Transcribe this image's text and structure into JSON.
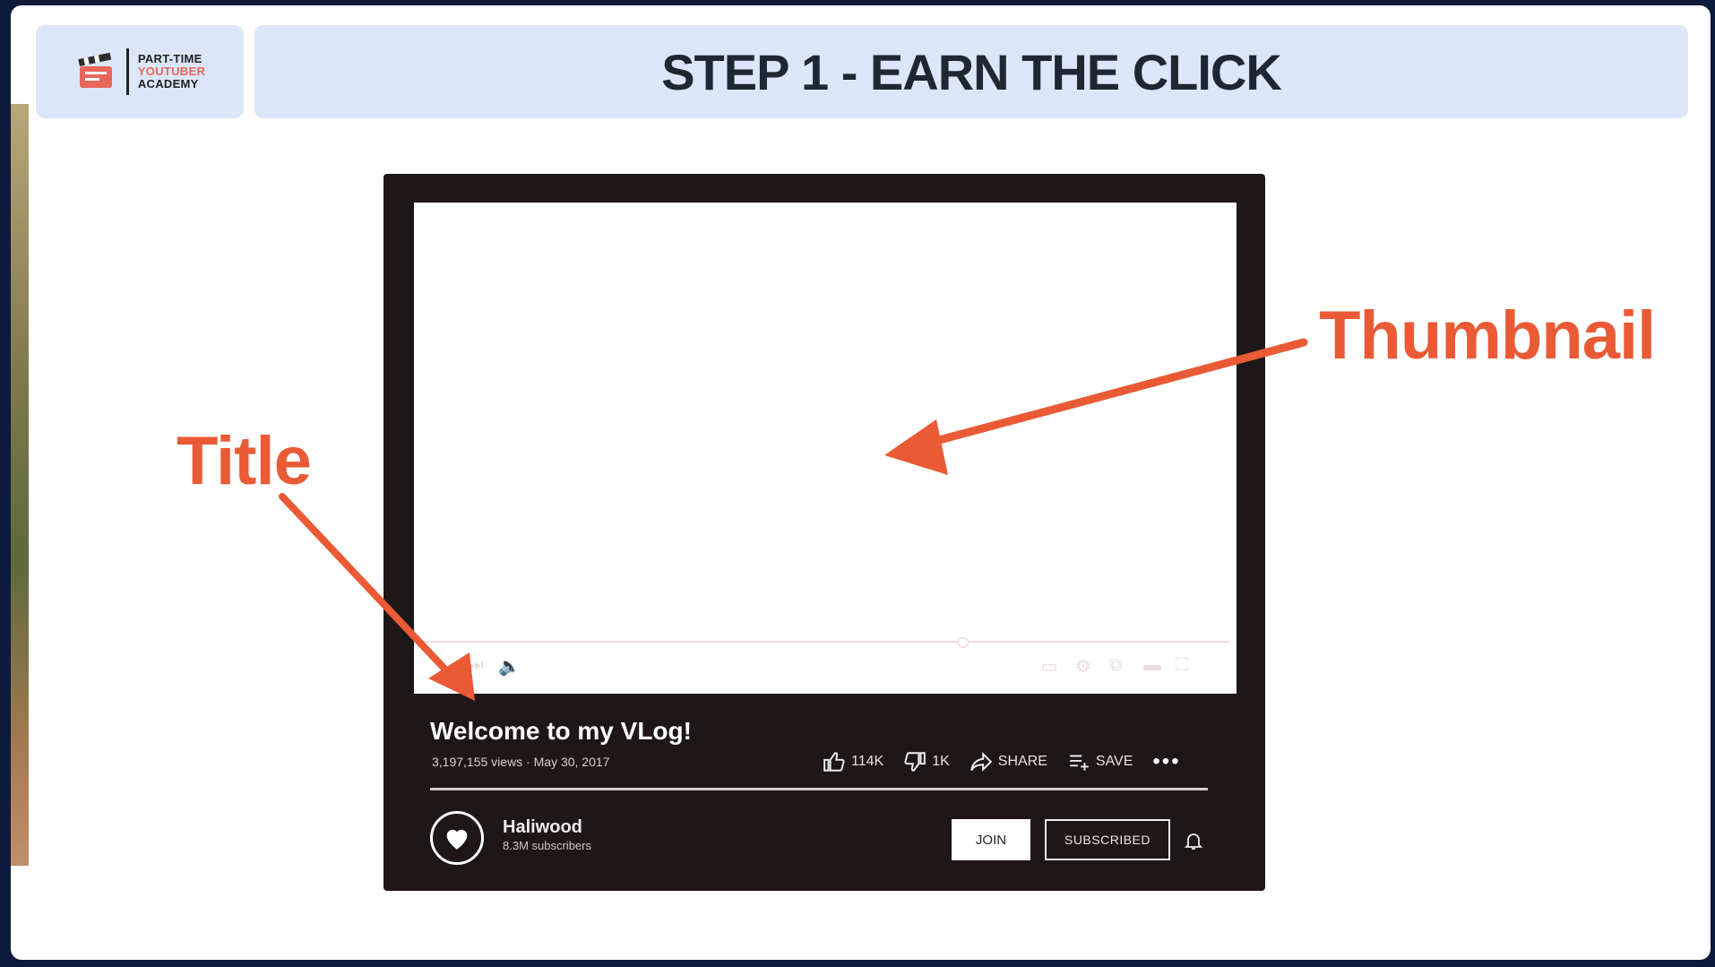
{
  "logo": {
    "line1": "PART-TIME",
    "line2": "YOUTUBER",
    "line3": "ACADEMY"
  },
  "header": {
    "title": "STEP 1 - EARN THE CLICK"
  },
  "annotations": {
    "thumbnail": "Thumbnail",
    "title": "Title"
  },
  "video": {
    "title": "Welcome to my VLog!",
    "meta": "3,197,155 views · May 30, 2017",
    "likes": "114K",
    "dislikes": "1K",
    "share_label": "SHARE",
    "save_label": "SAVE",
    "more": "•••"
  },
  "channel": {
    "name": "Haliwood",
    "subscribers": "8.3M subscribers",
    "join_label": "JOIN",
    "subscribed_label": "SUBSCRIBED"
  },
  "colors": {
    "accent": "#e95a35",
    "header_bg": "#dbe7f8",
    "frame": "#1d1717"
  }
}
